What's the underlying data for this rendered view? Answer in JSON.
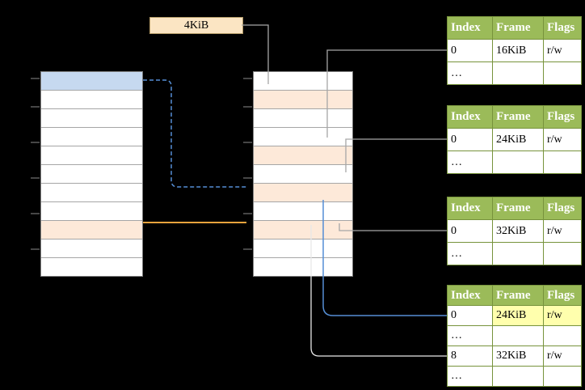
{
  "colors": {
    "bg": "#000000",
    "peach": "#fde9d9",
    "blue_row": "#c6d9f0",
    "header_green": "#9bbb59",
    "border_green": "#77933c",
    "highlight_yellow": "#ffffad",
    "label_cream": "#fbe5c3",
    "arrow_gray": "#a6a6a6",
    "arrow_blue": "#558ed5",
    "arrow_orange": "#e8a33d",
    "arrow_white": "#e8e8e8"
  },
  "size_label": "4KiB",
  "virtual_memory": {
    "rows": 11,
    "blue_row_index": 0,
    "peach_row_index": 8
  },
  "physical_memory": {
    "rows": 11,
    "peach_row_indexes": [
      1,
      4,
      6,
      8
    ]
  },
  "tables": [
    {
      "headers": [
        "Index",
        "Frame",
        "Flags"
      ],
      "rows": [
        {
          "cells": [
            "0",
            "16KiB",
            "r/w"
          ]
        },
        {
          "cells": [
            "…",
            "",
            ""
          ]
        }
      ]
    },
    {
      "headers": [
        "Index",
        "Frame",
        "Flags"
      ],
      "rows": [
        {
          "cells": [
            "0",
            "24KiB",
            "r/w"
          ]
        },
        {
          "cells": [
            "…",
            "",
            ""
          ]
        }
      ]
    },
    {
      "headers": [
        "Index",
        "Frame",
        "Flags"
      ],
      "rows": [
        {
          "cells": [
            "0",
            "32KiB",
            "r/w"
          ]
        },
        {
          "cells": [
            "…",
            "",
            ""
          ]
        }
      ]
    },
    {
      "headers": [
        "Index",
        "Frame",
        "Flags"
      ],
      "rows": [
        {
          "cells": [
            "0",
            "24KiB",
            "r/w"
          ],
          "highlighted": true
        },
        {
          "cells": [
            "…",
            "",
            ""
          ]
        },
        {
          "cells": [
            "8",
            "32KiB",
            "r/w"
          ]
        },
        {
          "cells": [
            "…",
            "",
            ""
          ]
        }
      ]
    }
  ]
}
